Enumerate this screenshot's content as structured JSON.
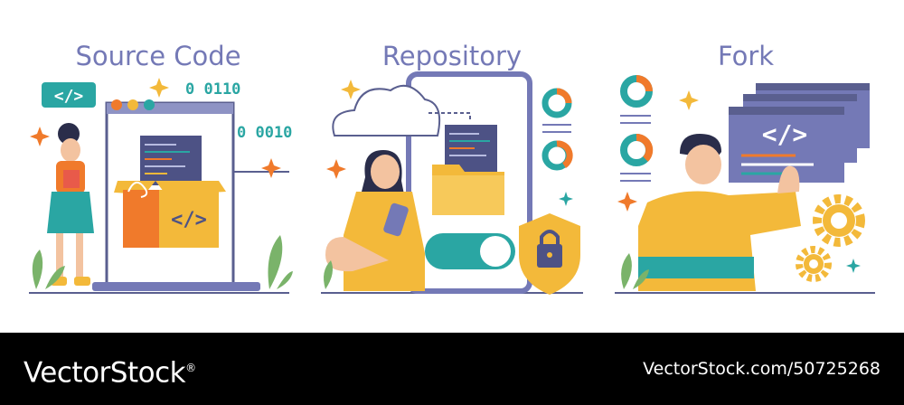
{
  "panels": [
    {
      "title": "Source Code",
      "code_tag": "</>",
      "box_tag": "</>",
      "binary_top": "0 0110",
      "binary_bottom": "0 0010"
    },
    {
      "title": "Repository"
    },
    {
      "title": "Fork",
      "window_tag": "</>"
    }
  ],
  "footer": {
    "brand": "VectorStock",
    "brand_mark": "®",
    "image_ref": "VectorStock.com/50725268"
  },
  "colors": {
    "title": "#7479b6",
    "navy": "#5a5f8f",
    "teal": "#2aa6a3",
    "yellow": "#f3b93a",
    "orange": "#f07a2b",
    "cream": "#f7efe3",
    "footer_bg": "#000000"
  }
}
